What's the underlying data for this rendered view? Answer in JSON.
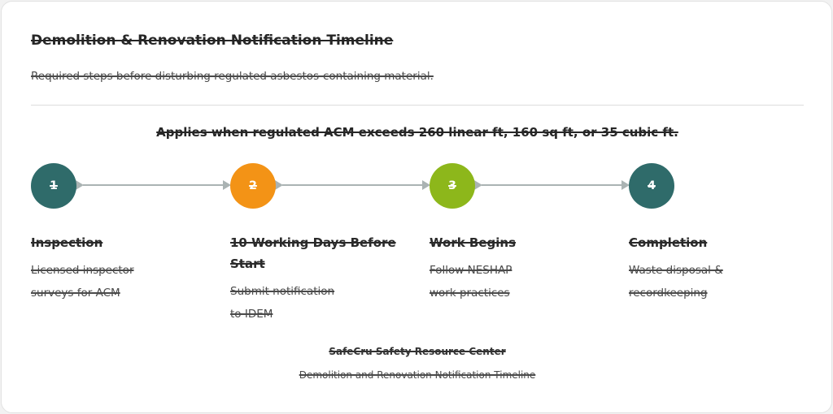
{
  "header": {
    "title": "Demolition & Renovation Notification Timeline",
    "subtitle": "Required steps before disturbing regulated asbestos-containing material."
  },
  "threshold": {
    "text": "Applies when regulated ACM exceeds 260 linear ft, 160 sq ft, or 35 cubic ft."
  },
  "steps": [
    {
      "number": "1",
      "title": "Inspection",
      "description_lines": [
        "Licensed inspector",
        "surveys for ACM"
      ],
      "color": "#2f6b6a"
    },
    {
      "number": "2",
      "title_lines": [
        "10 Working Days Before",
        "Start"
      ],
      "description_lines": [
        "Submit notification",
        "to IDEM"
      ],
      "color": "#f39316"
    },
    {
      "number": "3",
      "title": "Work Begins",
      "description_lines": [
        "Follow NESHAP",
        "work practices"
      ],
      "color": "#8db71b"
    },
    {
      "number": "4",
      "title": "Completion",
      "description_lines": [
        "Waste disposal &",
        "recordkeeping"
      ],
      "color": "#2f6b6a"
    }
  ],
  "connector_color": "#aab3b3",
  "footer": {
    "name": "SafeCru Safety Resource Center",
    "caption": "Demolition and Renovation Notification Timeline"
  }
}
